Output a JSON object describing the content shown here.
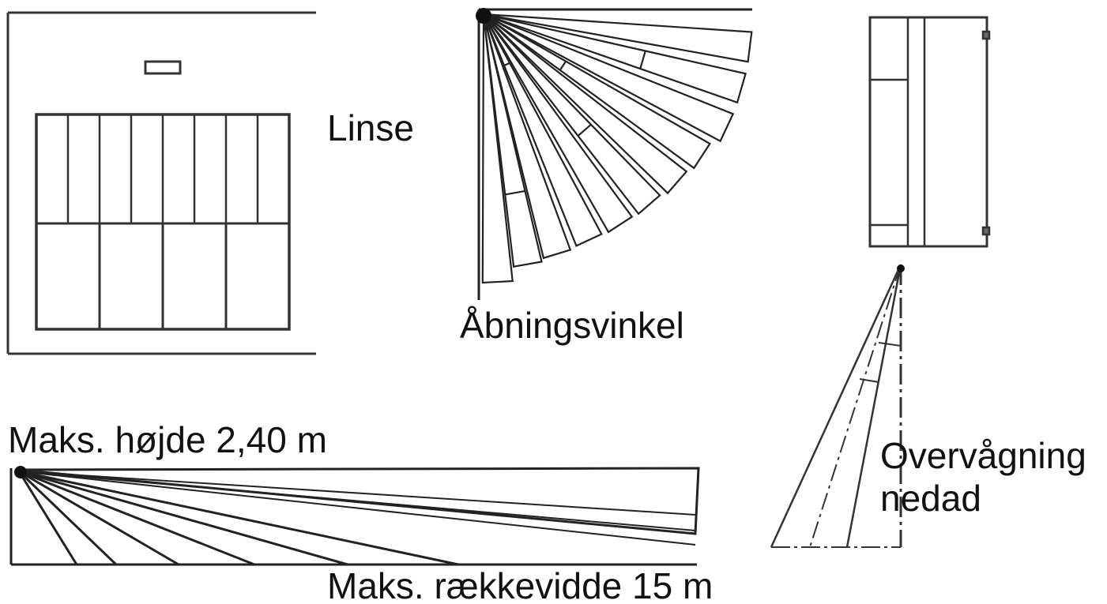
{
  "labels": {
    "lens": "Linse",
    "opening_angle": "Åbningsvinkel",
    "max_height": "Maks. højde 2,40 m",
    "max_range": "Maks. rækkevidde 15 m",
    "downward_line1": "Overvågning",
    "downward_line2": "nedad"
  },
  "colors": {
    "line": "#222222",
    "background": "#ffffff"
  }
}
